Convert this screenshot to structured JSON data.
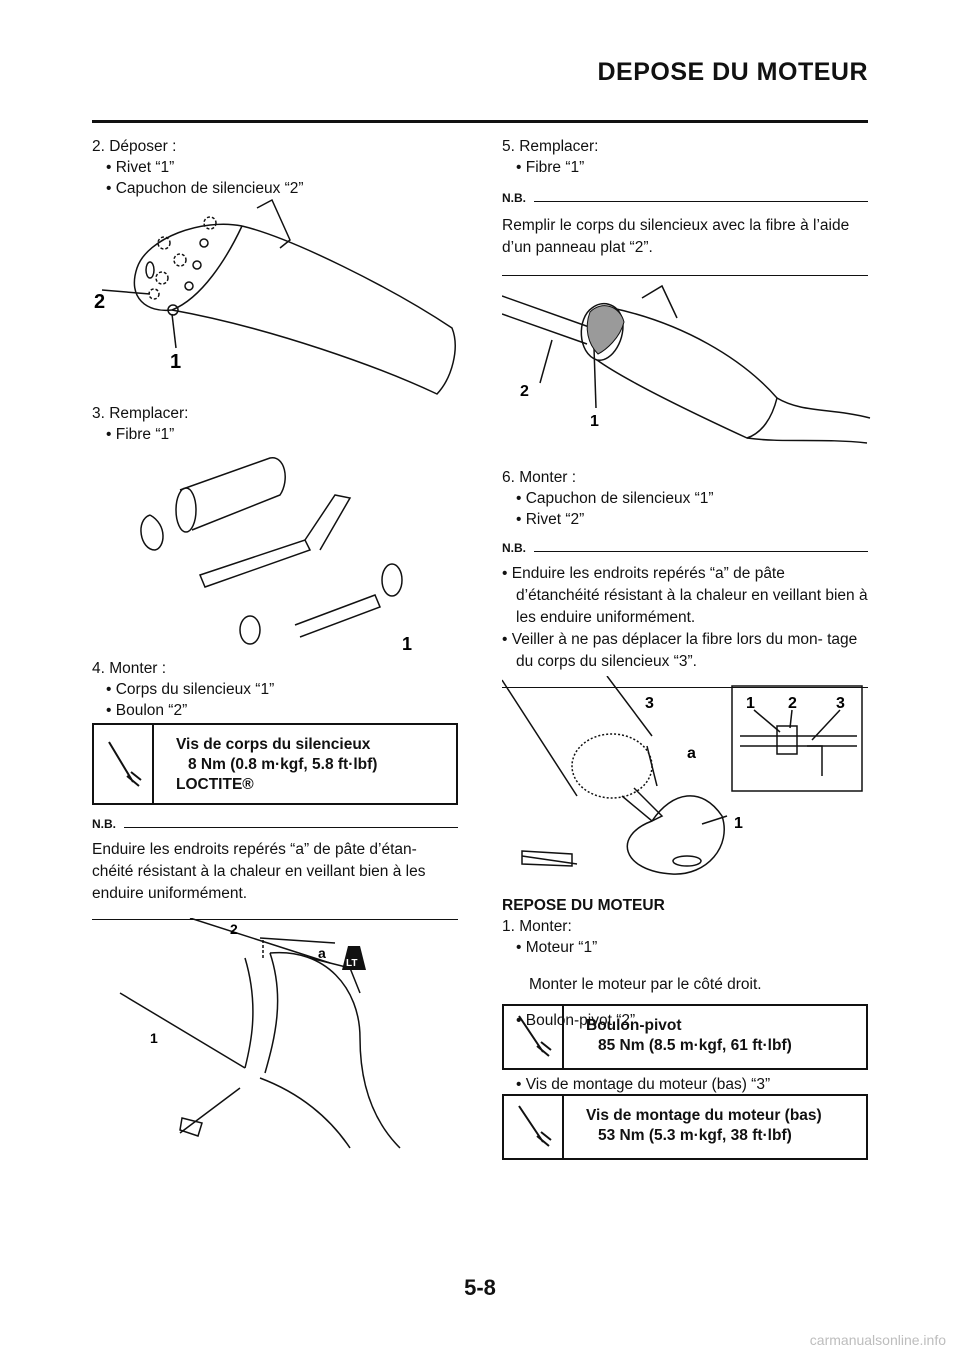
{
  "header": {
    "title": "DEPOSE DU MOTEUR"
  },
  "left": {
    "step2": {
      "title": "2.  Déposer :",
      "b1": "Rivet “1”",
      "b2": "Capuchon de silencieux “2”"
    },
    "fig1": {
      "l2": "2",
      "l1": "1"
    },
    "step3": {
      "title": "3.  Remplacer:",
      "b1": "Fibre “1”"
    },
    "fig2": {
      "l1": "1"
    },
    "step4": {
      "title": "4.  Monter :",
      "b1": "Corps du silencieux “1”",
      "b2": "Boulon “2”"
    },
    "spec1": {
      "name": "Vis de corps du silencieux",
      "value": "8 Nm (0.8 m·kgf, 5.8 ft·lbf)",
      "extra": "LOCTITE®"
    },
    "nb": {
      "label": "N.B.",
      "text": "Enduire les endroits repérés “a” de pâte d’étan- chéité résistant à la chaleur en veillant bien à les enduire uniformément."
    },
    "fig3": {
      "l2": "2",
      "la": "a",
      "l1": "1",
      "lt": "LT"
    }
  },
  "right": {
    "step5": {
      "title": "5.  Remplacer:",
      "b1": "Fibre “1”"
    },
    "nb1": {
      "label": "N.B.",
      "text": "Remplir le corps du silencieux avec la fibre à l’aide d’un panneau plat “2”."
    },
    "fig4": {
      "l2": "2",
      "l1": "1"
    },
    "step6": {
      "title": "6.  Monter :",
      "b1": "Capuchon de silencieux “1”",
      "b2": "Rivet “2”"
    },
    "nb2": {
      "label": "N.B.",
      "b1": "Enduire les endroits repérés “a” de pâte d’étanchéité résistant à la chaleur en veillant bien à les enduire uniformément.",
      "b2": "Veiller à ne pas déplacer la fibre lors du mon- tage du corps du silencieux “3”."
    },
    "fig5": {
      "l3": "3",
      "la": "a",
      "l1": "1",
      "d1": "1",
      "d2": "2",
      "d3": "3"
    },
    "repose": {
      "title": "REPOSE DU MOTEUR",
      "step1": "1.  Monter:",
      "b1": "Moteur “1”",
      "b1sub": "Monter le moteur par le côté droit.",
      "b2": "Boulon-pivot “2”"
    },
    "spec2": {
      "name": "Boulon-pivot",
      "value": "85 Nm (8.5 m·kgf, 61 ft·lbf)"
    },
    "b3": "Vis de montage du moteur (bas) “3”",
    "spec3": {
      "name": "Vis de montage du moteur (bas)",
      "value": "53 Nm (5.3 m·kgf, 38 ft·lbf)"
    }
  },
  "footer": {
    "page": "5-8",
    "watermark": "carmanualsonline.info"
  }
}
